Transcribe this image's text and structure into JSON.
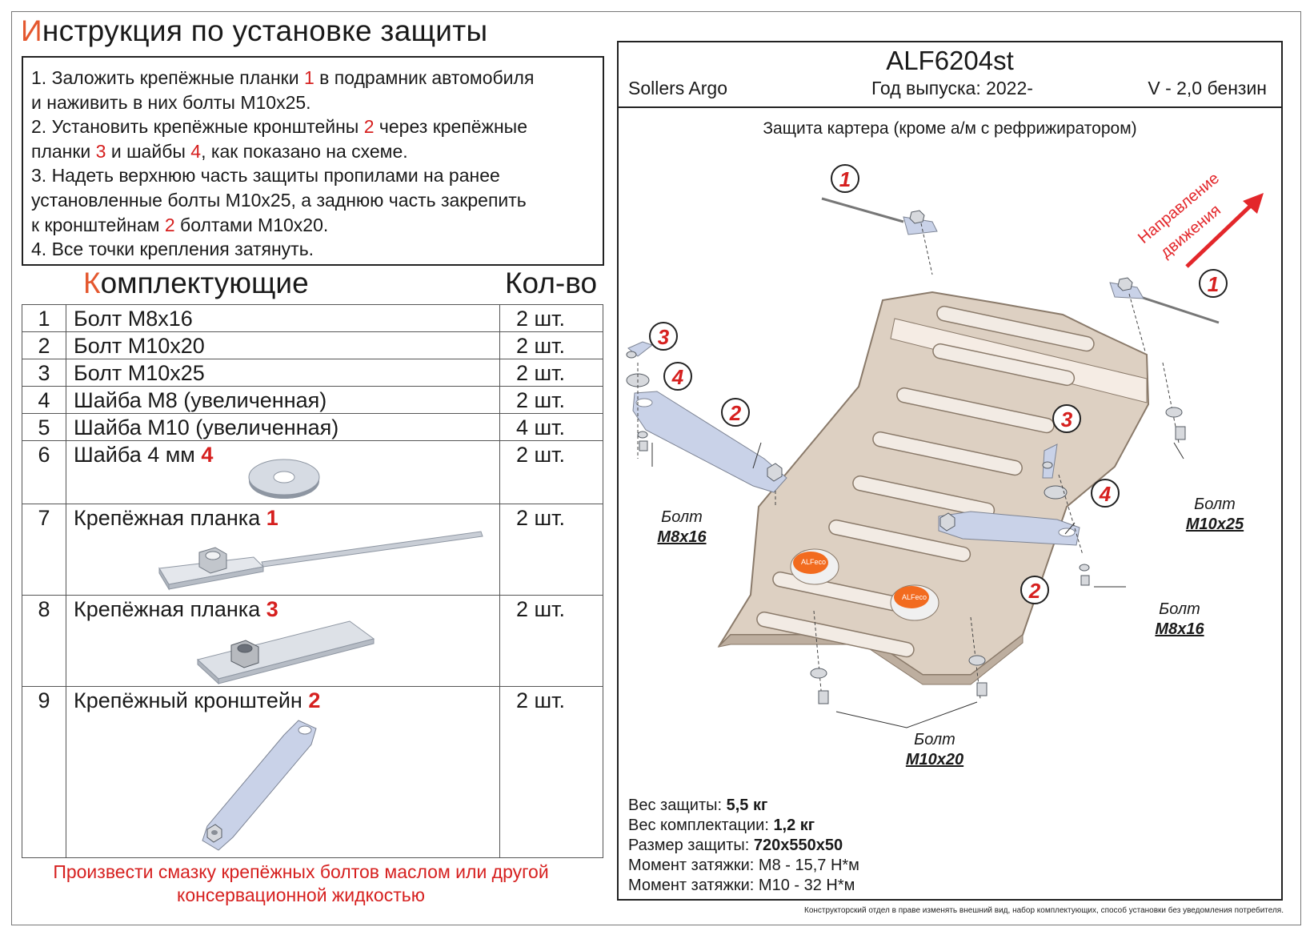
{
  "title": {
    "first_letter": "И",
    "rest": "нструкция по установке защиты"
  },
  "instructions": [
    [
      {
        "t": "1. Заложить крепёжные планки "
      },
      {
        "t": "1",
        "red": true
      },
      {
        "t": " в подрамник автомобиля"
      }
    ],
    [
      {
        "t": "и наживить в них болты М10х25."
      }
    ],
    [
      {
        "t": "2. Установить крепёжные кронштейны "
      },
      {
        "t": "2",
        "red": true
      },
      {
        "t": " через крепёжные"
      }
    ],
    [
      {
        "t": "планки "
      },
      {
        "t": "3",
        "red": true
      },
      {
        "t": " и шайбы "
      },
      {
        "t": "4",
        "red": true
      },
      {
        "t": ", как показано на схеме."
      }
    ],
    [
      {
        "t": "3. Надеть верхнюю часть защиты пропилами на ранее"
      }
    ],
    [
      {
        "t": "установленные болты М10х25, а заднюю часть закрепить"
      }
    ],
    [
      {
        "t": "к кронштейнам "
      },
      {
        "t": "2",
        "red": true
      },
      {
        "t": " болтами М10х20."
      }
    ],
    [
      {
        "t": "4. Все точки крепления затянуть."
      }
    ]
  ],
  "parts_header": {
    "first_letter": "К",
    "rest": "омплектующие",
    "qty": "Кол-во"
  },
  "parts": [
    {
      "num": "1",
      "name": "Болт М8х16",
      "tag": "",
      "qty": "2 шт."
    },
    {
      "num": "2",
      "name": "Болт М10х20",
      "tag": "",
      "qty": "2 шт."
    },
    {
      "num": "3",
      "name": "Болт М10х25",
      "tag": "",
      "qty": "2 шт."
    },
    {
      "num": "4",
      "name": "Шайба М8 (увеличенная)",
      "tag": "",
      "qty": "2 шт."
    },
    {
      "num": "5",
      "name": "Шайба М10 (увеличенная)",
      "tag": "",
      "qty": "4 шт."
    },
    {
      "num": "6",
      "name": "Шайба 4 мм ",
      "tag": "4",
      "qty": "2 шт."
    },
    {
      "num": "7",
      "name": "Крепёжная планка ",
      "tag": "1",
      "qty": "2 шт."
    },
    {
      "num": "8",
      "name": "Крепёжная планка ",
      "tag": "3",
      "qty": "2 шт."
    },
    {
      "num": "9",
      "name": "Крепёжный кронштейн ",
      "tag": "2",
      "qty": "2 шт."
    }
  ],
  "note": "Произвести смазку крепёжных болтов маслом или другой консервационной жидкостью",
  "header": {
    "code": "ALF6204st",
    "model": "Sollers Argo",
    "year": "Год выпуска: 2022-",
    "engine": "V - 2,0 бензин"
  },
  "diagram": {
    "subtitle": "Защита картера (кроме а/м с рефрижиратором)",
    "direction_line1": "Направление",
    "direction_line2": "движения",
    "logo": "ALFeco",
    "callouts": {
      "c1": "1",
      "c2": "2",
      "c3": "3",
      "c4": "4"
    },
    "bolt_word": "Болт",
    "bolt_m8": "М8х16",
    "bolt_m10x25": "М10х25",
    "bolt_m10x20": "М10х20"
  },
  "specs": [
    {
      "label": "Вес защиты: ",
      "value": "5,5 кг",
      "bold": true
    },
    {
      "label": "Вес комплектации: ",
      "value": "1,2 кг",
      "bold": true
    },
    {
      "label": "Размер защиты: ",
      "value": "720x550x50",
      "bold": true
    },
    {
      "label": "Момент затяжки: ",
      "value": "М8 - 15,7 Н*м",
      "bold": false
    },
    {
      "label": "Момент затяжки: ",
      "value": "М10 - 32 Н*м",
      "bold": false
    }
  ],
  "disclaimer": "Конструкторский отдел в праве изменять внешний вид, набор комплектующих, способ установки без уведомления потребителя."
}
